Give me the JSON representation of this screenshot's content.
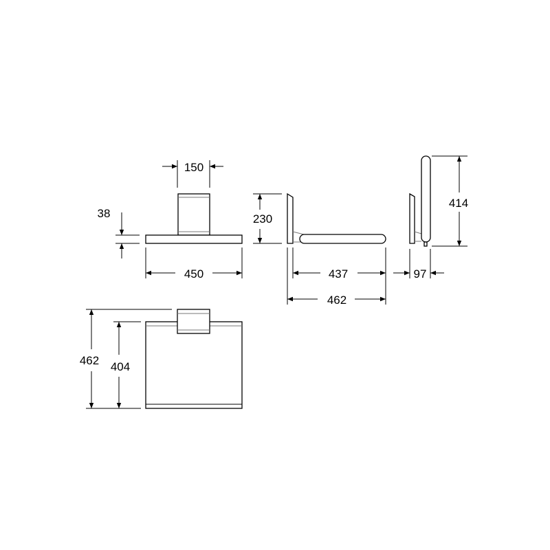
{
  "dimensions": {
    "front_view": {
      "width_top": "150",
      "thickness": "38",
      "width_total": "450"
    },
    "side_view_open": {
      "height": "230",
      "seat_depth": "437",
      "total_depth": "462"
    },
    "side_view_folded": {
      "height": "414",
      "depth": "97"
    },
    "top_view": {
      "total_depth": "462",
      "seat_depth": "404"
    }
  }
}
